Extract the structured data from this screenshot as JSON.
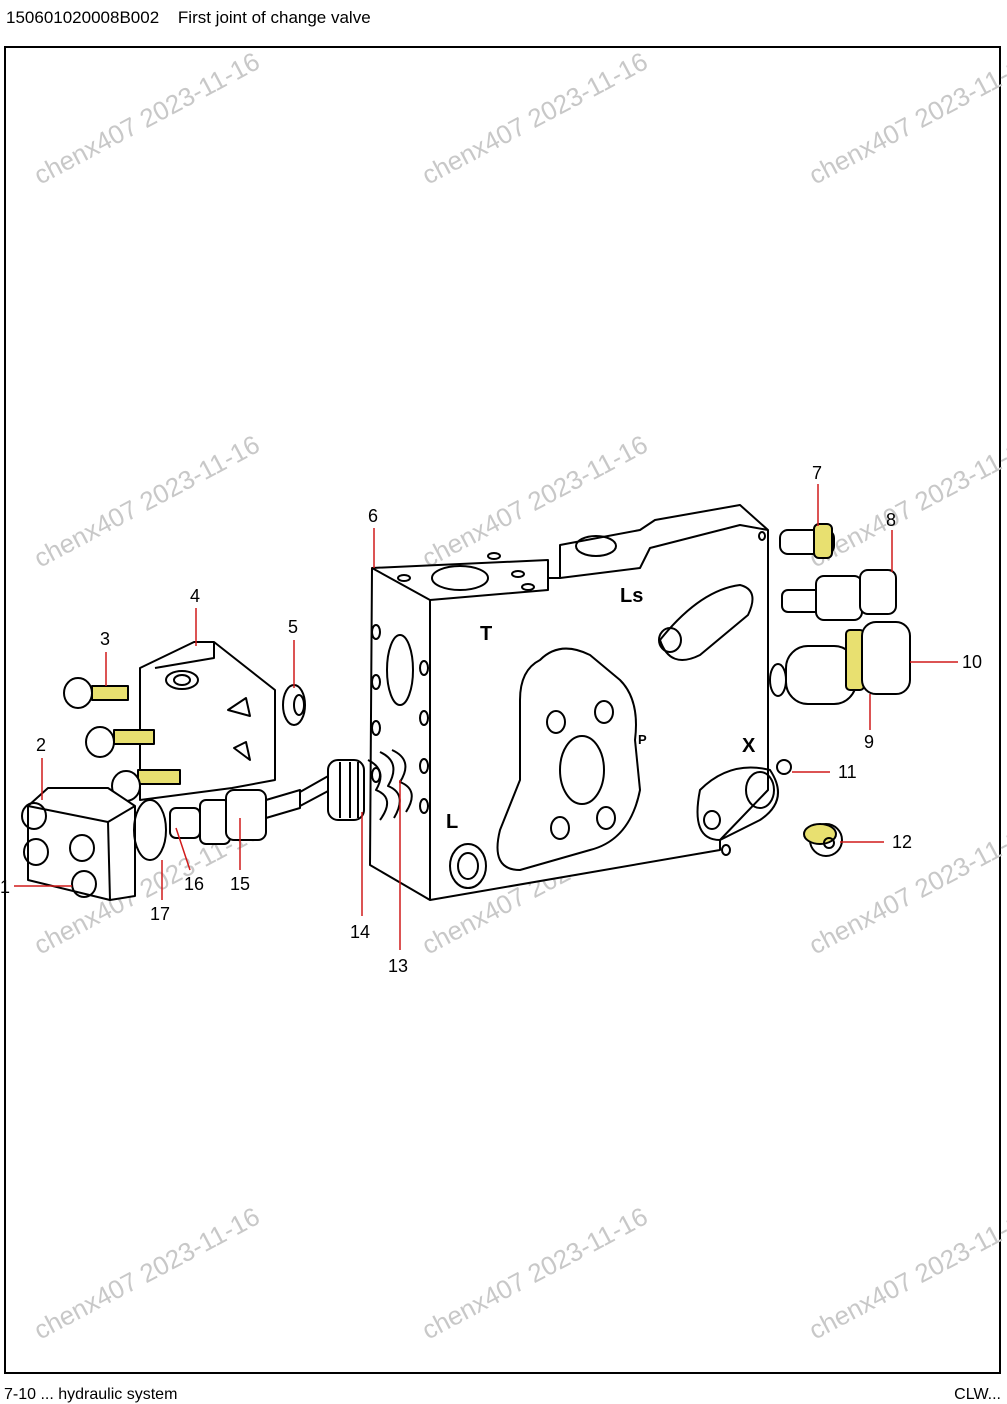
{
  "header": {
    "code": "150601020008B002",
    "title": "First joint of change valve"
  },
  "footer": {
    "left": "7-10 ... hydraulic system",
    "right": "CLW..."
  },
  "watermark": "chenx407 2023-11-16",
  "port_labels": {
    "t": "T",
    "ls": "Ls",
    "l": "L",
    "x": "X",
    "p": "P"
  },
  "callouts": [
    "1",
    "2",
    "3",
    "4",
    "5",
    "6",
    "7",
    "8",
    "9",
    "10",
    "11",
    "12",
    "13",
    "14",
    "15",
    "16",
    "17"
  ],
  "colors": {
    "line": "#000000",
    "accent_yellow": "#e8e070",
    "watermark": "#c8c8c8"
  }
}
